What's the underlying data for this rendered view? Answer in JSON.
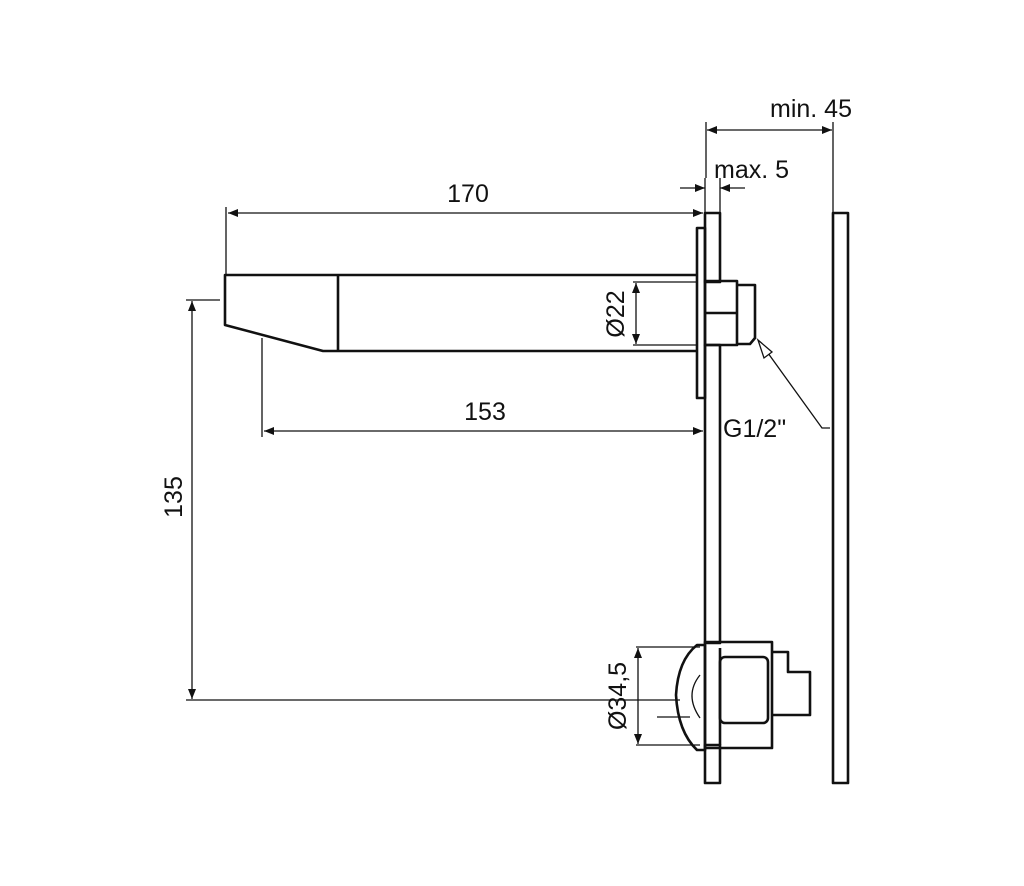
{
  "drawing": {
    "dimensions": {
      "spout_length": "170",
      "spout_reach": "153",
      "height_offset": "135",
      "pipe_diameter": "Ø22",
      "thread": "G1/2\"",
      "wall_gap_max": "max. 5",
      "wall_depth_min": "min. 45",
      "control_diameter": "Ø34,5"
    }
  }
}
